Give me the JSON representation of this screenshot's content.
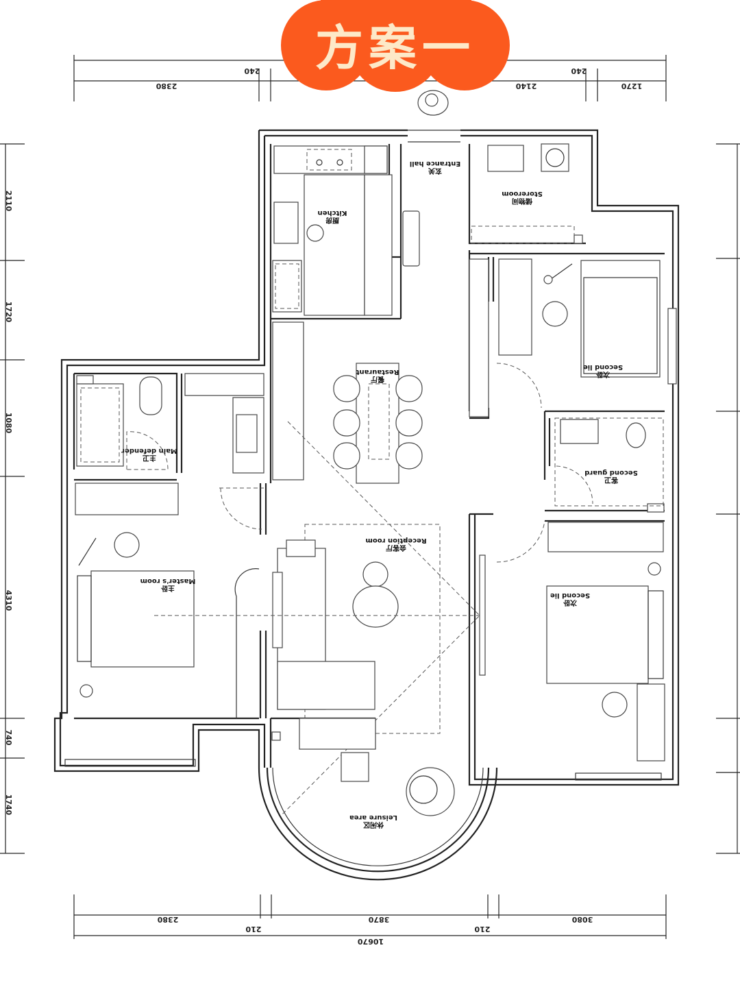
{
  "title": "方案一",
  "colors": {
    "badge": "#fb5a1e",
    "badge_text": "#fde9c8",
    "lines": "#222222"
  },
  "dimensions": {
    "top": [
      "2380",
      "240",
      "2140",
      "240",
      "1270"
    ],
    "bottom": [
      "2380",
      "210",
      "3870",
      "210",
      "3080"
    ],
    "bottom_total": "10670",
    "left": [
      "2110",
      "1720",
      "1080",
      "4310",
      "740",
      "1740"
    ]
  },
  "rooms": {
    "entrance": {
      "cn": "玄关",
      "en": "Entrance hall"
    },
    "storeroom": {
      "cn": "储物间",
      "en": "Storeroom"
    },
    "kitchen": {
      "cn": "厨房",
      "en": "Kitchen"
    },
    "restaurant": {
      "cn": "餐厅",
      "en": "Restaurant"
    },
    "second_bedroom_top": {
      "cn": "次卧",
      "en": "Second lie"
    },
    "guest_bath": {
      "cn": "客卫",
      "en": "Second guard"
    },
    "main_bath": {
      "cn": "主卫",
      "en": "Main defender"
    },
    "reception": {
      "cn": "会客厅",
      "en": "Reception room"
    },
    "master": {
      "cn": "主卧",
      "en": "Master's room"
    },
    "second_bedroom_bottom": {
      "cn": "次卧",
      "en": "Second lie"
    },
    "leisure": {
      "cn": "休闲区",
      "en": "Leisure area"
    }
  }
}
